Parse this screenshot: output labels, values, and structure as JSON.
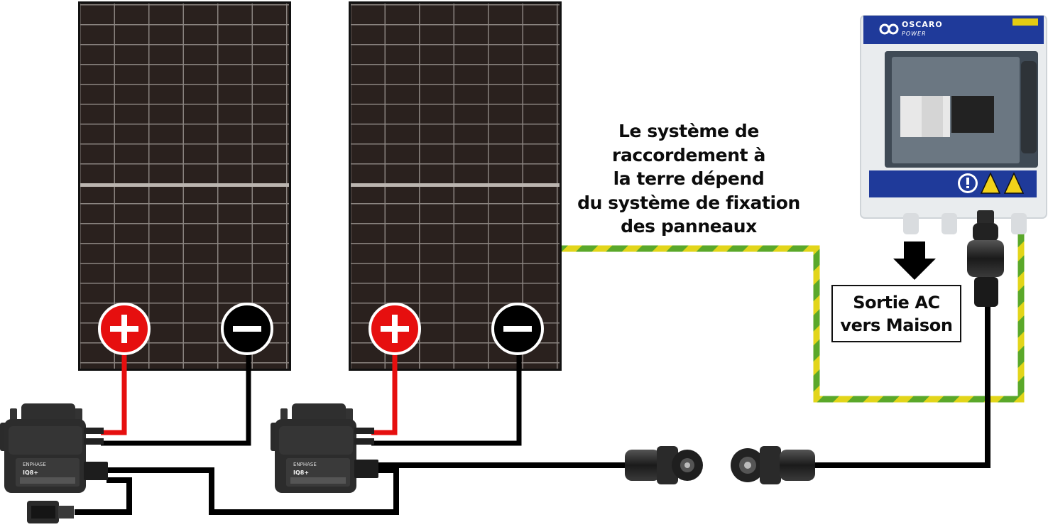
{
  "caption": {
    "line1": "Le système de",
    "line2": "raccordement à",
    "line3": "la terre dépend",
    "line4": "du système de fixation",
    "line5": "des panneaux"
  },
  "ac_output": {
    "line1": "Sortie AC",
    "line2": "vers Maison"
  },
  "box": {
    "brand_line1": "OSCARO",
    "brand_line2": "POWER"
  },
  "microinverter": {
    "brand": "ENPHASE",
    "model": "IQ8+"
  },
  "terminals": {
    "positive_symbol": "+",
    "negative_symbol": "−"
  },
  "colors": {
    "positive": "#e60f0f",
    "negative": "#000000",
    "panel": "#2a211e",
    "ground_green": "#5aa82a",
    "ground_yellow": "#e2d51a",
    "box_blue": "#1f3a9a"
  }
}
